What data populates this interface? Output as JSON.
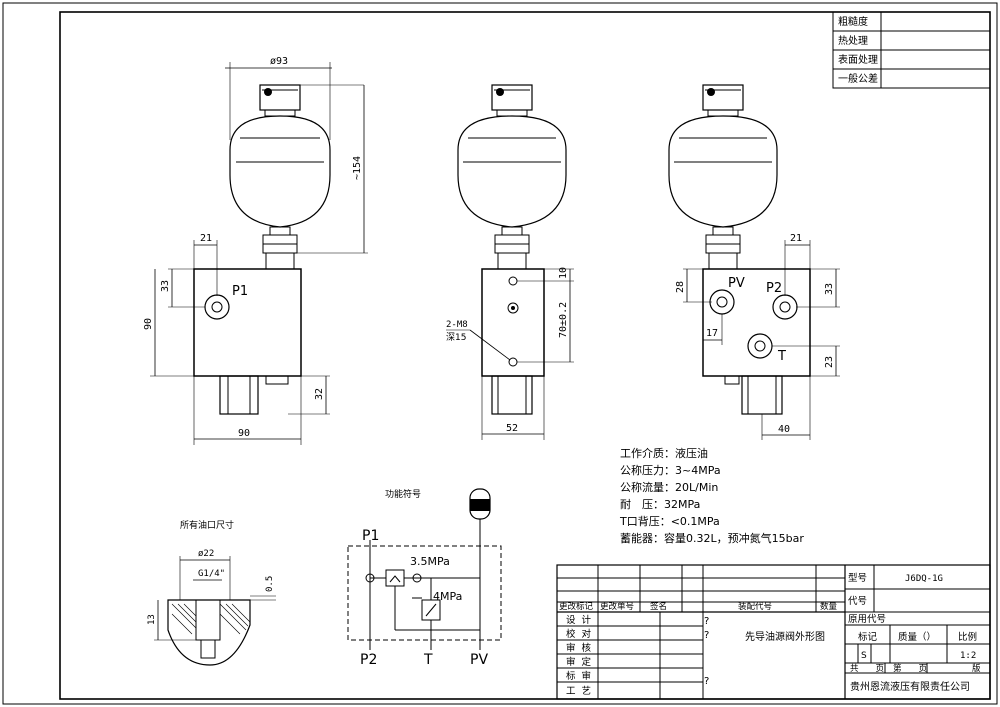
{
  "title_block_top": {
    "rows": [
      "粗糙度",
      "热处理",
      "表面处理",
      "一般公差"
    ]
  },
  "dims": {
    "dia_top": "ø93",
    "height_right": "~154",
    "d21_left": "21",
    "d33_left": "33",
    "d90_vert": "90",
    "d32": "32",
    "d90_horiz": "90",
    "d10": "10",
    "d70": "70±0.2",
    "d52": "52",
    "hole_note1": "2-M8",
    "hole_note2": "深15",
    "d21_right": "21",
    "d28": "28",
    "d33_right": "33",
    "d17": "17",
    "d23": "23",
    "d40": "40"
  },
  "ports": {
    "p1": "P1",
    "pv": "PV",
    "p2": "P2",
    "t": "T"
  },
  "specs": [
    "工作介质：液压油",
    "公称压力：3~4MPa",
    "公称流量：20L/Min",
    "耐　压：32MPa",
    "T口背压：<0.1MPa",
    "蓄能器：容量0.32L，预冲氮气15bar"
  ],
  "symbol": {
    "title": "功能符号",
    "p1": "P1",
    "p2": "P2",
    "t": "T",
    "pv": "PV",
    "press1": "3.5MPa",
    "press2": "4MPa"
  },
  "port_detail": {
    "title": "所有油口尺寸",
    "dia": "ø22",
    "thread": "G1/4\"",
    "d05": "0.5",
    "d13": "13"
  },
  "title_block": {
    "model_label": "型号",
    "model_value": "J6DQ-1G",
    "code_label": "代号",
    "orig_code": "原用代号",
    "mark": "标记",
    "weight": "质量（）",
    "scale": "比例",
    "scale_value": "1:2",
    "s_mark": "S",
    "sheet_total": "共　　页",
    "sheet_no": "第　　页",
    "version": "版",
    "drawing_name": "先导油源阀外形图",
    "company": "贵州恩流液压有限责任公司",
    "change_headers": [
      "更改标记",
      "更改单号",
      "签名",
      "",
      "装配代号",
      "数量"
    ],
    "roles": [
      "设计",
      "校对",
      "审核",
      "审定",
      "标审",
      "工艺"
    ],
    "q_marks": [
      "?",
      "?",
      "?"
    ]
  }
}
